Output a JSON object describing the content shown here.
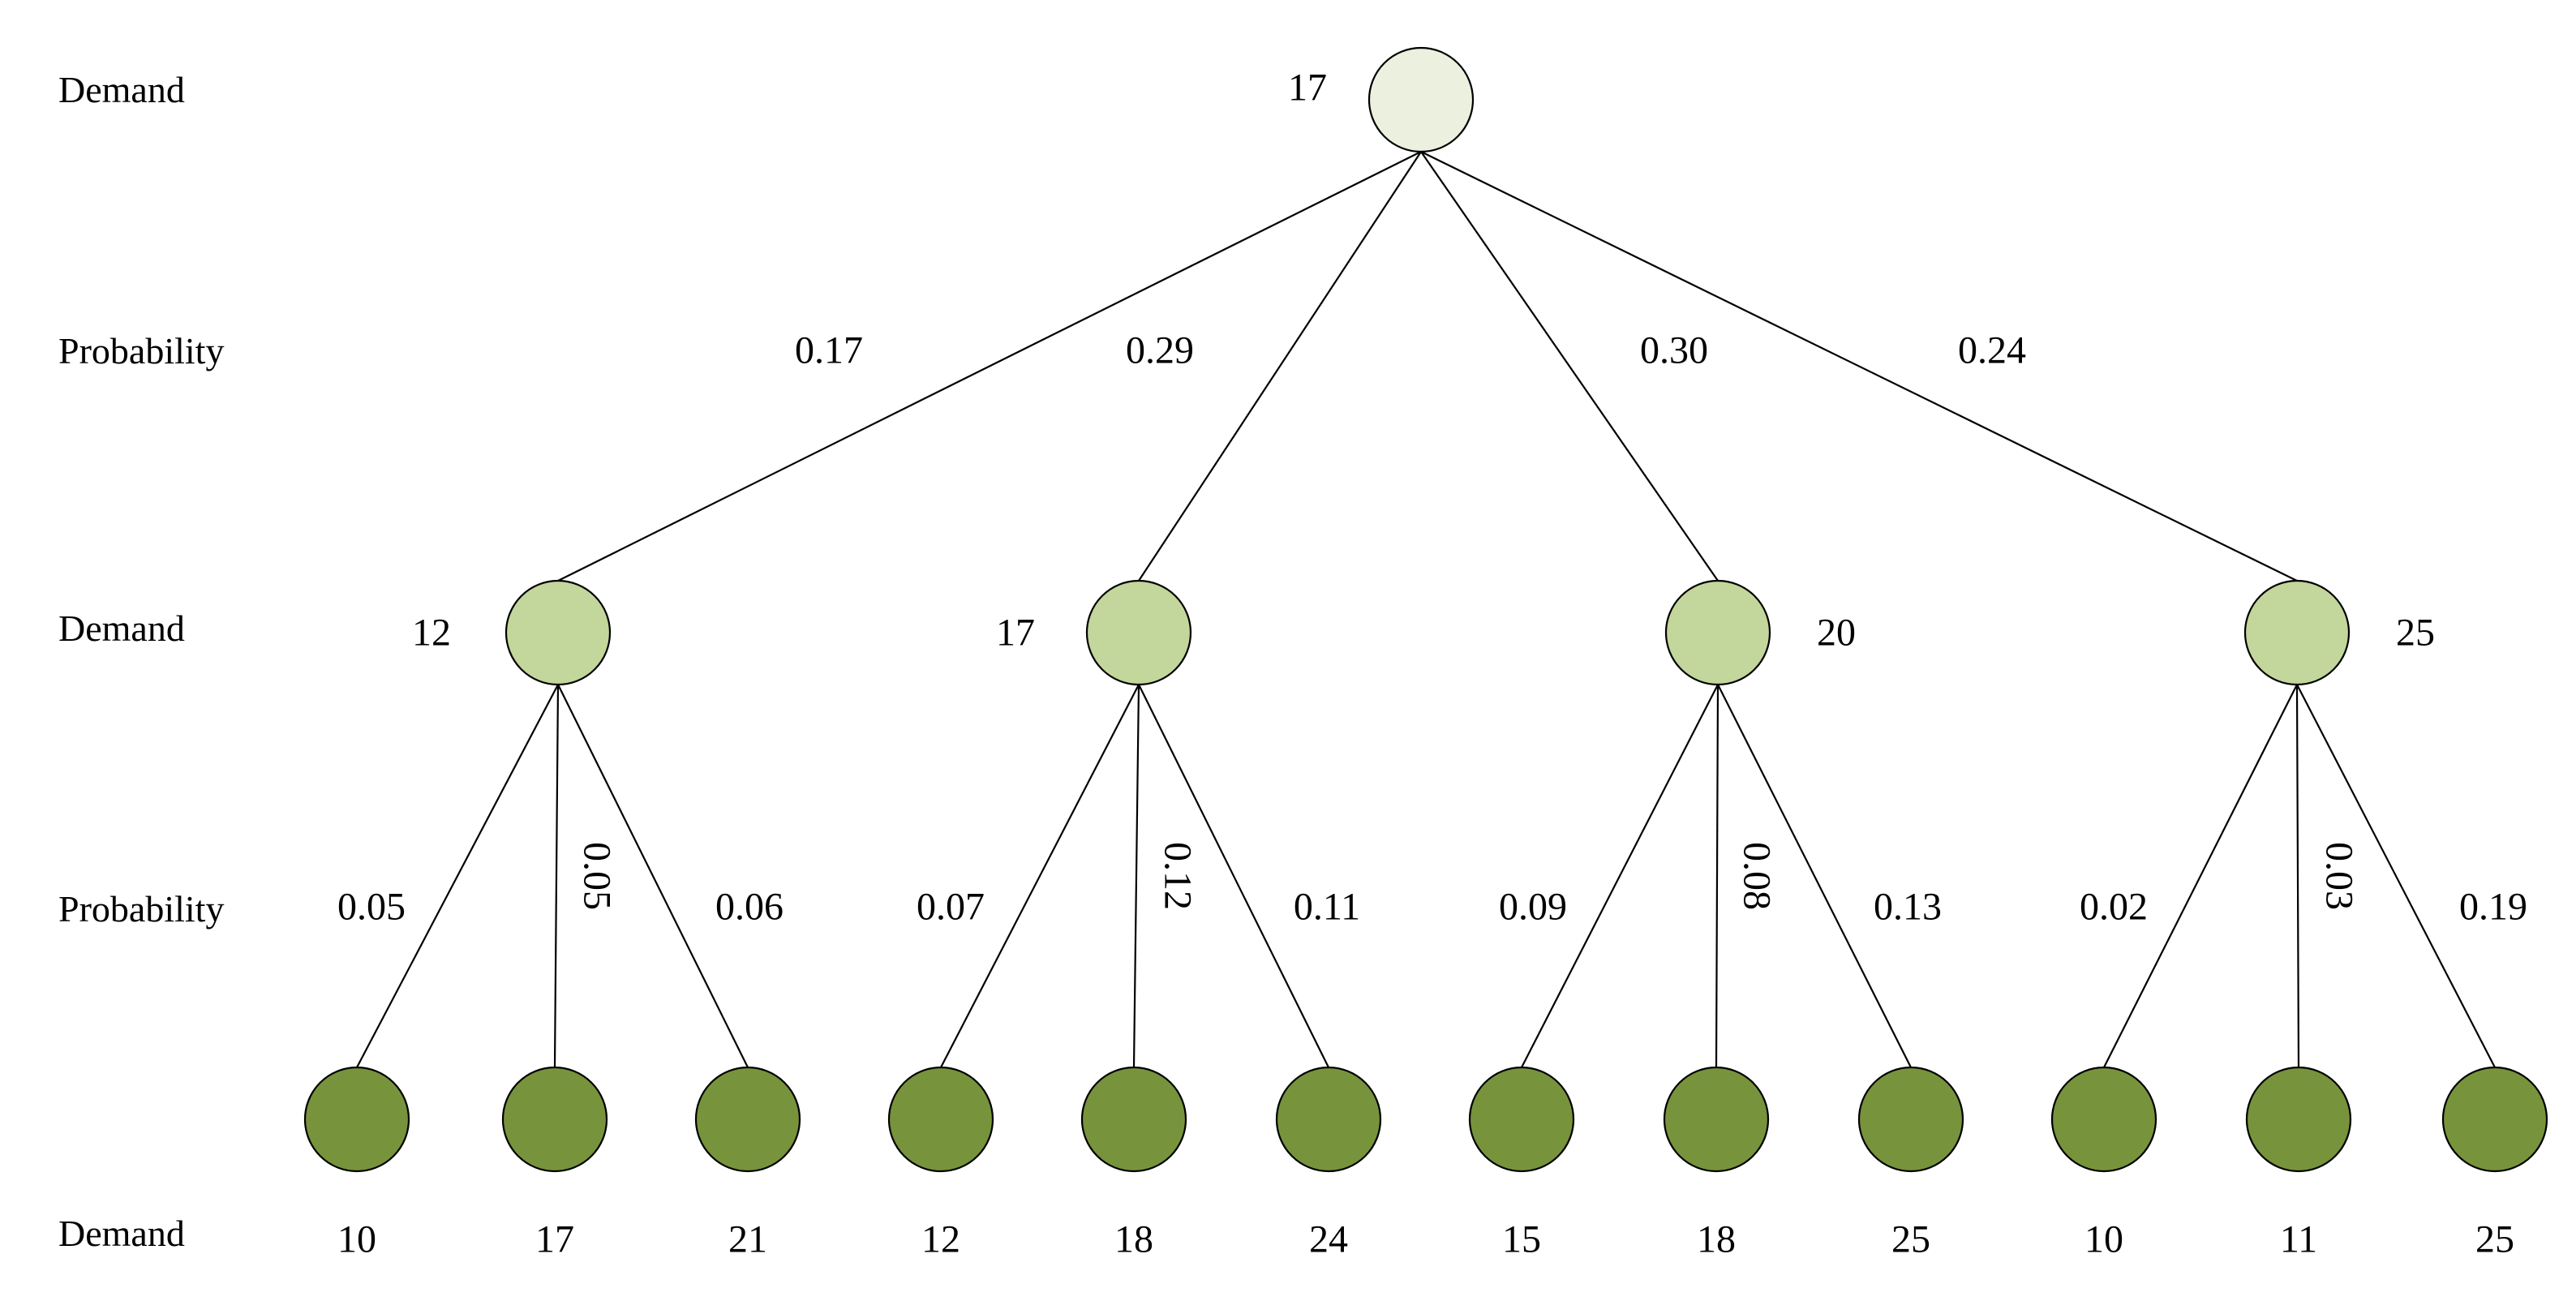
{
  "row_labels": {
    "root_demand": "Demand",
    "stage1_probability": "Probability",
    "stage1_demand": "Demand",
    "stage2_probability": "Probability",
    "leaf_demand": "Demand"
  },
  "colors": {
    "root_fill": "#EBF1DE",
    "mid_fill": "#C3D69B",
    "leaf_fill": "#77933C"
  },
  "tree": {
    "root": {
      "demand": "17"
    },
    "children": [
      {
        "demand": "12",
        "probability": "0.17",
        "children": [
          {
            "demand": "10",
            "probability": "0.05"
          },
          {
            "demand": "17",
            "probability": "0.05"
          },
          {
            "demand": "21",
            "probability": "0.06"
          }
        ]
      },
      {
        "demand": "17",
        "probability": "0.29",
        "children": [
          {
            "demand": "12",
            "probability": "0.07"
          },
          {
            "demand": "18",
            "probability": "0.12"
          },
          {
            "demand": "24",
            "probability": "0.11"
          }
        ]
      },
      {
        "demand": "20",
        "probability": "0.30",
        "children": [
          {
            "demand": "15",
            "probability": "0.09"
          },
          {
            "demand": "18",
            "probability": "0.08"
          },
          {
            "demand": "25",
            "probability": "0.13"
          }
        ]
      },
      {
        "demand": "25",
        "probability": "0.24",
        "children": [
          {
            "demand": "10",
            "probability": "0.02"
          },
          {
            "demand": "11",
            "probability": "0.03"
          },
          {
            "demand": "25",
            "probability": "0.19"
          }
        ]
      }
    ]
  }
}
